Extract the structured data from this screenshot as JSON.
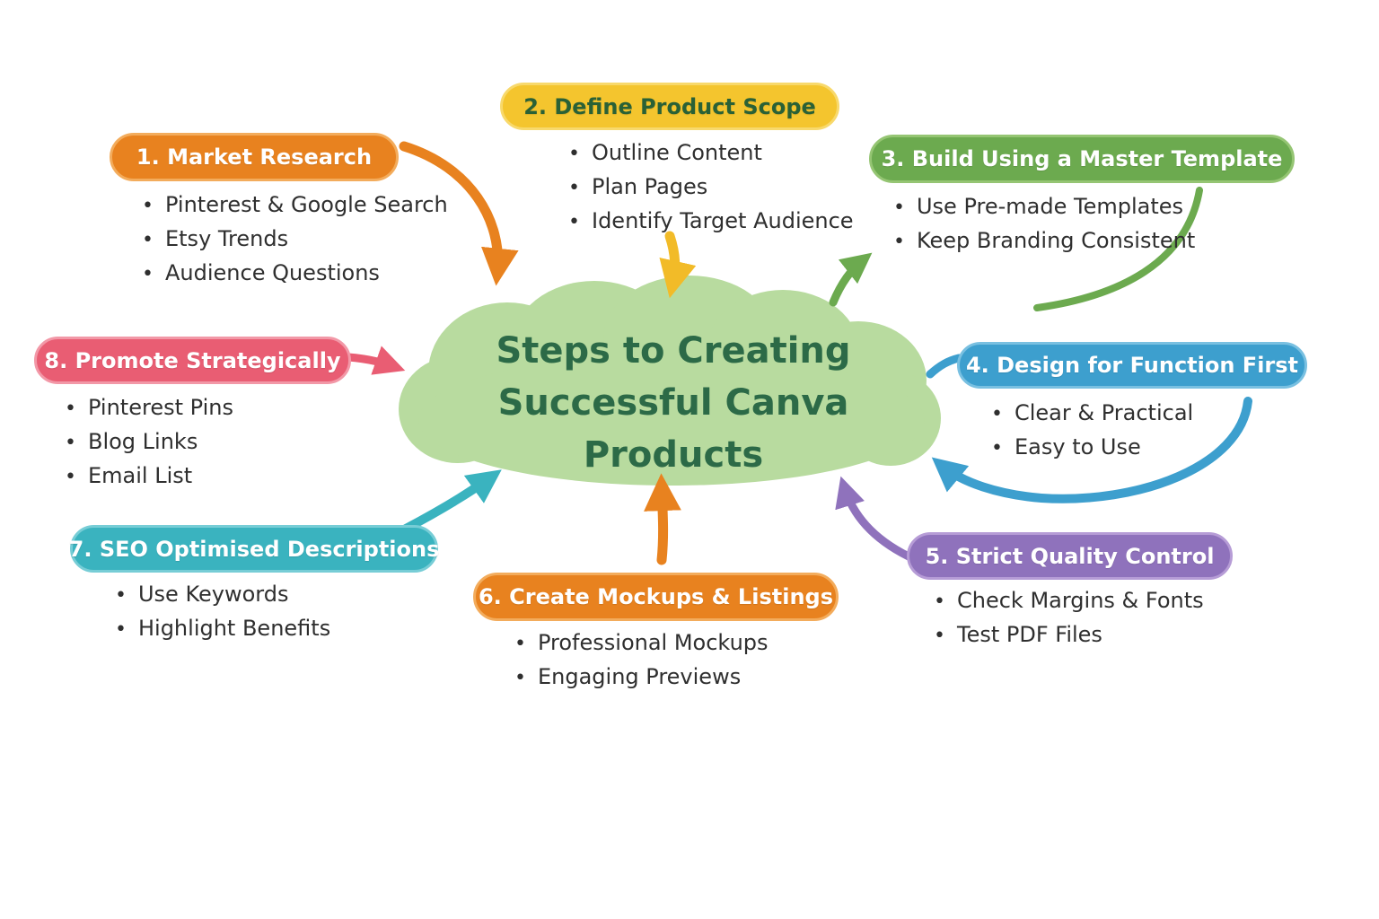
{
  "background": "#FFFFFF",
  "center": {
    "line1": "Steps to Creating",
    "line2": "Successful Canva Products",
    "fill": "#B8DB9F",
    "text_color": "#2C6A47"
  },
  "steps": [
    {
      "label": "1. Market Research",
      "color": "#E8821F",
      "light": "#F3AC5C",
      "text_color": "#FFFFFF",
      "bullets": [
        "Pinterest & Google Search",
        "Etsy Trends",
        "Audience Questions"
      ]
    },
    {
      "label": "2. Define Product Scope",
      "color": "#F4C52E",
      "light": "#F8D96C",
      "text_color": "#2A6136",
      "bullets": [
        "Outline Content",
        "Plan Pages",
        "Identify Target Audience"
      ]
    },
    {
      "label": "3. Build Using a Master Template",
      "color": "#6CAA4F",
      "light": "#95C573",
      "text_color": "#FFFFFF",
      "bullets": [
        "Use Pre-made Templates",
        "Keep Branding Consistent"
      ]
    },
    {
      "label": "4. Design for Function First",
      "color": "#3D9FCE",
      "light": "#79C0E1",
      "text_color": "#FFFFFF",
      "bullets": [
        "Clear & Practical",
        "Easy to Use"
      ]
    },
    {
      "label": "5. Strict Quality Control",
      "color": "#8F72BC",
      "light": "#B69CD6",
      "text_color": "#FFFFFF",
      "bullets": [
        "Check Margins & Fonts",
        "Test PDF Files"
      ]
    },
    {
      "label": "6. Create Mockups & Listings",
      "color": "#E8821F",
      "light": "#F3AC5C",
      "text_color": "#FFFFFF",
      "bullets": [
        "Professional Mockups",
        "Engaging Previews"
      ]
    },
    {
      "label": "7. SEO Optimised Descriptions",
      "color": "#3AB3BF",
      "light": "#77CDD6",
      "text_color": "#FFFFFF",
      "bullets": [
        "Use Keywords",
        "Highlight Benefits"
      ]
    },
    {
      "label": "8. Promote Strategically",
      "color": "#E95D73",
      "light": "#F298A7",
      "text_color": "#FFFFFF",
      "bullets": [
        "Pinterest Pins",
        "Blog Links",
        "Email List"
      ]
    }
  ]
}
